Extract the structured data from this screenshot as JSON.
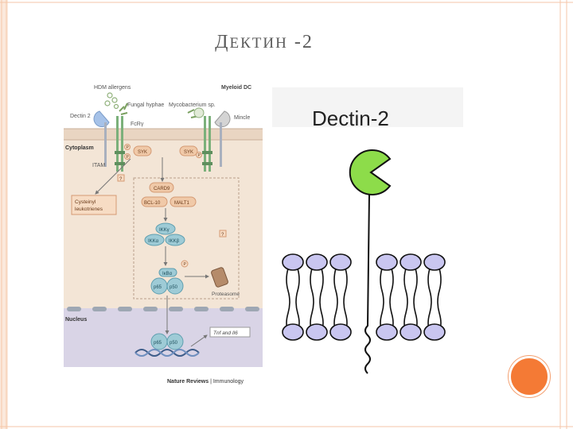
{
  "slide": {
    "title_first": "Д",
    "title_rest": "ЕКТИН",
    "title_suffix": " -2"
  },
  "pathway": {
    "labels": {
      "hdm_allergens": "HDM allergens",
      "myeloid_dc": "Myeloid DC",
      "dectin2": "Dectin 2",
      "fungal_hyphae": "Fungal hyphae",
      "mycobacterium": "Mycobacterium sp.",
      "mincle": "Mincle",
      "fcrg": "FcRγ",
      "cytoplasm": "Cytoplasm",
      "syk": "SYK",
      "itam": "ITAM",
      "p": "P",
      "q": "?",
      "cysteinyl_line1": "Cysteinyl",
      "cysteinyl_line2": "leukotrienes",
      "card9": "CARD9",
      "bcl10": "BCL-10",
      "malt1": "MALT1",
      "ikkg": "IKKγ",
      "ikka": "IKKα",
      "ikkb": "IKKβ",
      "ikba": "IκBα",
      "p65": "p65",
      "p50": "p50",
      "proteasome": "Proteasome",
      "nucleus": "Nucleus",
      "tnf_il6": "Tnf and Il6",
      "credit_bold": "Nature Reviews",
      "credit_rest": " | Immunology"
    }
  },
  "schematic": {
    "label": "Dectin-2",
    "colors": {
      "crd": "#8ddc4a",
      "lipid_head": "#c9c6f0"
    }
  },
  "colors": {
    "title_text": "#5a5a5a",
    "frame_line": "#f5c6a8",
    "accent_dot": "#f47a35"
  }
}
